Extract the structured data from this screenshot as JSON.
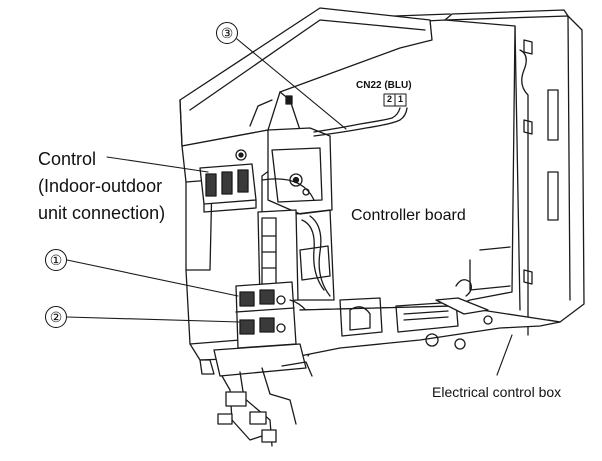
{
  "labels": {
    "control_line1": "Control",
    "control_line2": "(Indoor-outdoor",
    "control_line3": "unit connection)",
    "controller_board": "Controller board",
    "electrical_control_box": "Electrical control box",
    "connector": "CN22 (BLU)",
    "connector_pin_2": "2",
    "connector_pin_1": "1"
  },
  "callouts": {
    "one": "①",
    "two": "②",
    "three": "③"
  },
  "colors": {
    "line": "#1a1a1a",
    "panel": "#ffffff",
    "shade": "#3a3a3a"
  }
}
